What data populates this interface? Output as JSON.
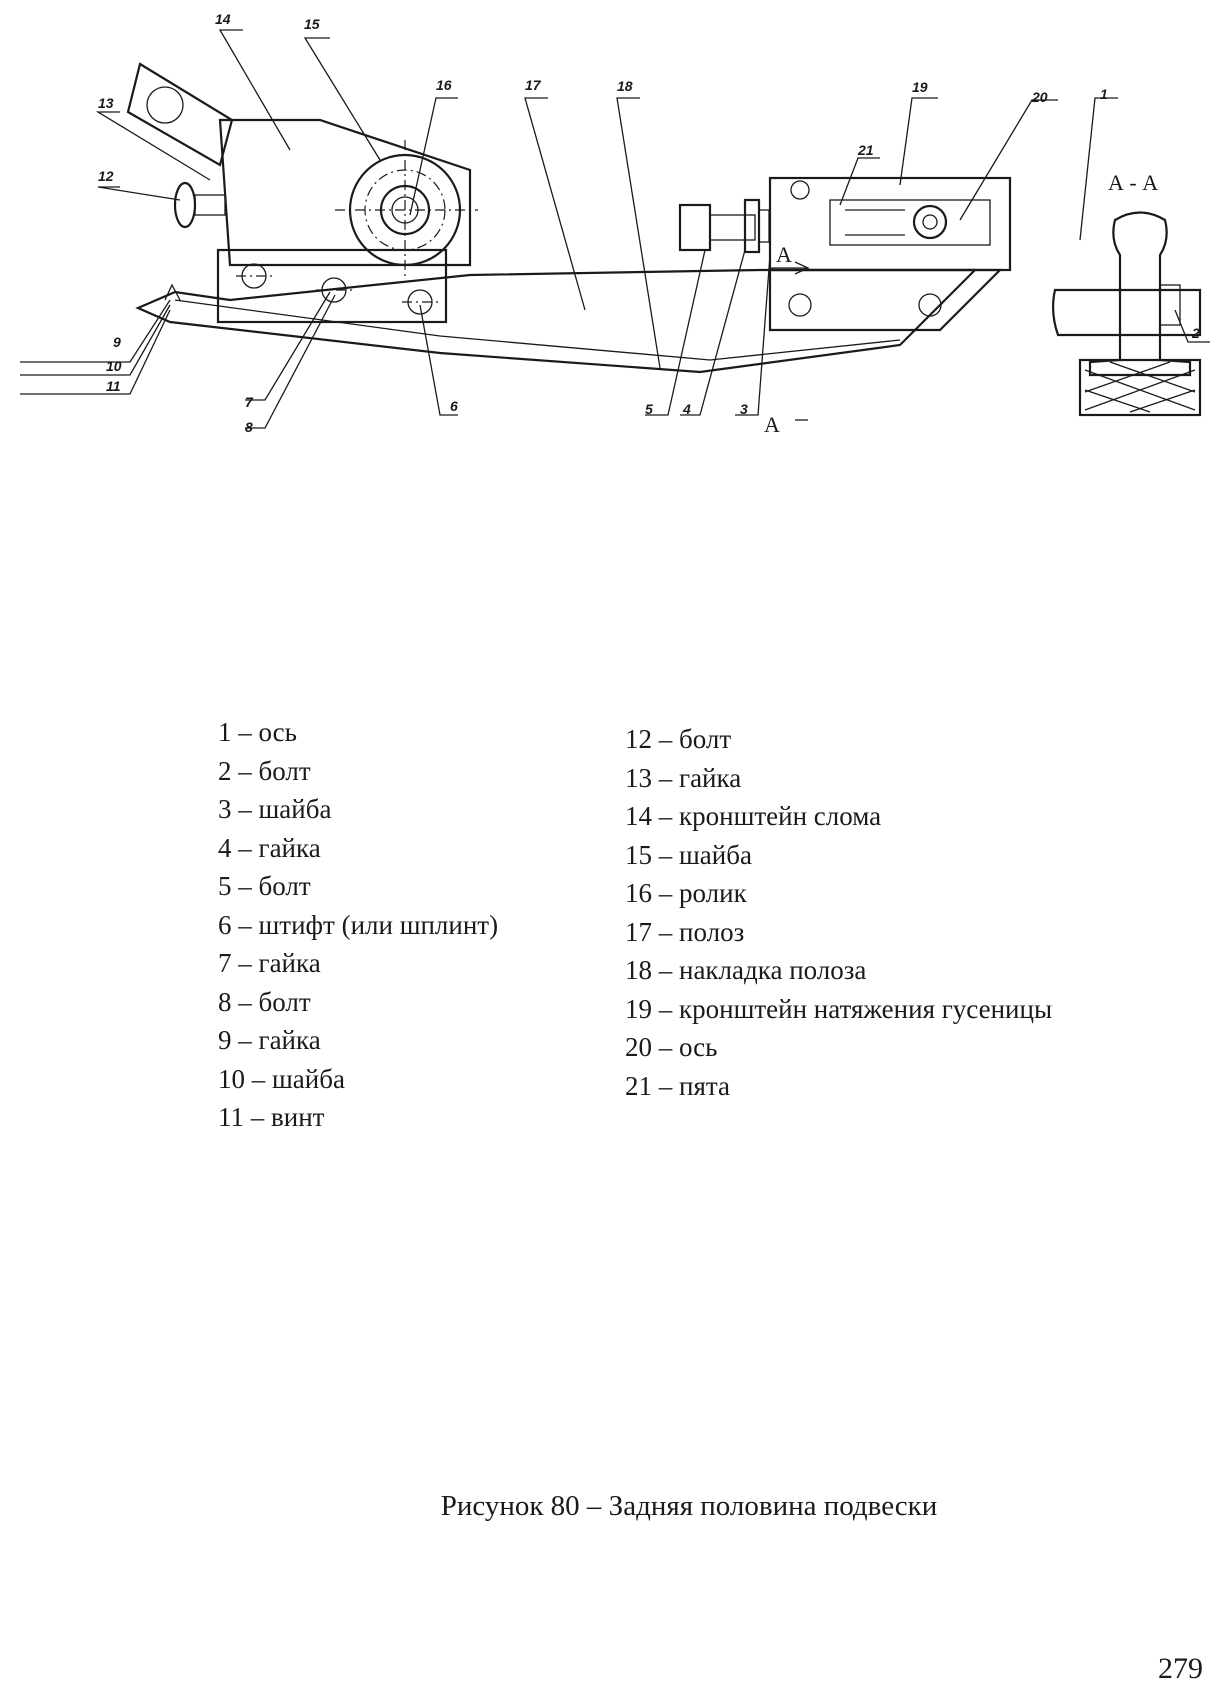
{
  "figure": {
    "callouts": [
      "1",
      "2",
      "3",
      "4",
      "5",
      "6",
      "7",
      "8",
      "9",
      "10",
      "11",
      "12",
      "13",
      "14",
      "15",
      "16",
      "17",
      "18",
      "19",
      "20",
      "21"
    ],
    "section_label": "А - А",
    "section_mark": "А"
  },
  "legend": {
    "left": [
      "1 – ось",
      "2 – болт",
      "3 – шайба",
      "4 – гайка",
      "5 – болт",
      "6 – штифт  (или шплинт)",
      "7 – гайка",
      "8 – болт",
      "9 – гайка",
      "10 – шайба",
      "11 – винт"
    ],
    "right": [
      "12 – болт",
      "13 – гайка",
      "14 – кронштейн слома",
      "15 – шайба",
      "16 – ролик",
      "17 – полоз",
      "18 – накладка полоза",
      "19 – кронштейн натяжения гусеницы",
      "20 – ось",
      "21 – пята"
    ]
  },
  "caption": "Рисунок 80 – Задняя половина подвески",
  "page_number": "279"
}
